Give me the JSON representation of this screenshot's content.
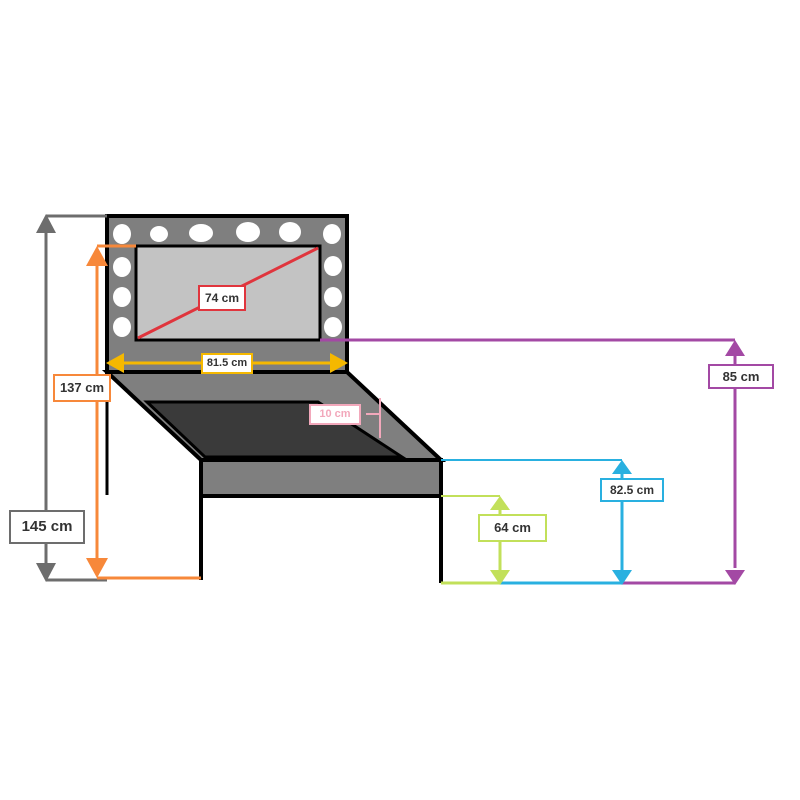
{
  "colors": {
    "frame": "#000000",
    "mirror_frame": "#7f7f7f",
    "mirror_glass": "#c3c3c3",
    "desk_body": "#7f7f7f",
    "desk_well": "#3a3a3a",
    "bulb": "#ffffff",
    "total_height": "#6d6d6d",
    "mirror_height": "#f7883a",
    "mirror_diagonal": "#e0353d",
    "width": "#f5b800",
    "border_depth": "#f2a8bb",
    "leg_height": "#c2e05a",
    "desk_height": "#29b0e0",
    "rim_height": "#a349a4"
  },
  "dimensions": {
    "total_height": "145 cm",
    "mirror_height": "137 cm",
    "mirror_diagonal": "74 cm",
    "mirror_width": "81.5 cm",
    "border_depth": "10 cm",
    "rim_height": "85 cm",
    "desk_height": "82.5 cm",
    "leg_height": "64 cm"
  }
}
